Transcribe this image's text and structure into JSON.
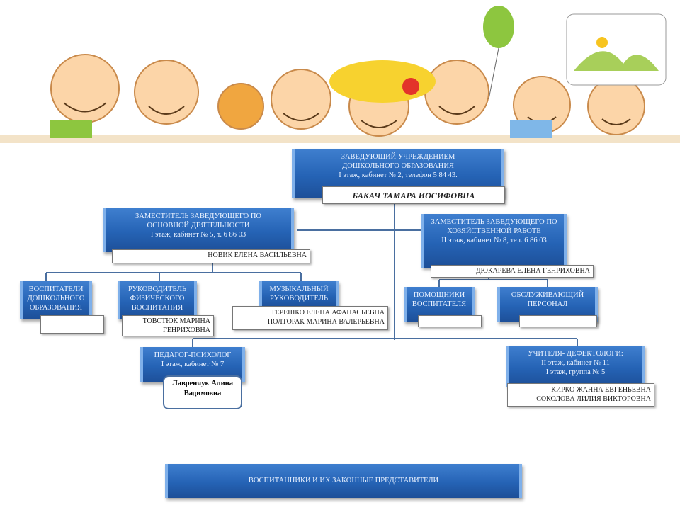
{
  "head": {
    "title": "ЗАВЕДУЮЩИЙ УЧРЕЖДЕНИЕМ ДОШКОЛЬНОГО ОБРАЗОВАНИЯ",
    "info": "I этаж, кабинет № 2, телефон 5 84 43.",
    "name": "БАКАЧ ТАМАРА ИОСИФОВНА"
  },
  "deputy_main": {
    "title": "ЗАМЕСТИТЕЛЬ ЗАВЕДУЮЩЕГО ПО ОСНОВНОЙ ДЕЯТЕЛЬНОСТИ",
    "info": "I этаж, кабинет № 5, т. 6 86 03",
    "name": "НОВИК ЕЛЕНА ВАСИЛЬЕВНА"
  },
  "deputy_household": {
    "title": "ЗАМЕСТИТЕЛЬ ЗАВЕДУЮЩЕГО ПО ХОЗЯЙСТВЕННОЙ РАБОТЕ",
    "info": "II этаж, кабинет № 8, тел. 6 86 03",
    "name": "ДЮКАРЕВА ЕЛЕНА ГЕНРИХОВНА"
  },
  "educators": {
    "title": "ВОСПИТАТЕЛИ ДОШКОЛЬНОГО ОБРАЗОВАНИЯ",
    "name": ""
  },
  "pe_head": {
    "title": "РУКОВОДИТЕЛЬ ФИЗИЧЕСКОГО ВОСПИТАНИЯ",
    "name": "ТОВСТЮК МАРИНА ГЕНРИХОВНА"
  },
  "music_head": {
    "title": "МУЗЫКАЛЬНЫЙ РУКОВОДИТЕЛЬ",
    "names": [
      "ТЕРЕШКО ЕЛЕНА АФАНАСЬЕВНА",
      "ПОЛТОРАК МАРИНА ВАЛЕРЬЕВНА"
    ]
  },
  "assistants": {
    "title": "ПОМОЩНИКИ ВОСПИТАТЕЛЯ",
    "name": ""
  },
  "service": {
    "title": "ОБСЛУЖИВАЮЩИЙ ПЕРСОНАЛ",
    "name": ""
  },
  "psychologist": {
    "title": "ПЕДАГОГ-ПСИХОЛОГ",
    "info": "I этаж, кабинет № 7",
    "name": "Лавренчук Алина Вадимовна"
  },
  "defectologists": {
    "title": "УЧИТЕЛЯ- ДЕФЕКТОЛОГИ:",
    "info1": "II этаж, кабинет № 11",
    "info2": "I этаж, группа № 5",
    "names": [
      "КИРКО ЖАННА ЕВГЕНЬЕВНА",
      "СОКОЛОВА ЛИЛИЯ ВИКТОРОВНА"
    ]
  },
  "bottom": {
    "title": "ВОСПИТАННИКИ И ИХ ЗАКОННЫЕ ПРЕДСТАВИТЕЛИ"
  },
  "colors": {
    "box": "#2563b5",
    "line": "#4a6fa0"
  }
}
